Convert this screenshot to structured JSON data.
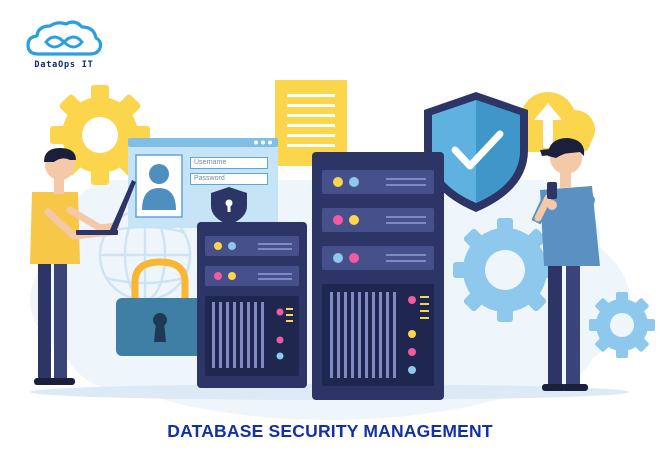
{
  "brand": {
    "name": "DataOps IT",
    "logo_icon": "cloud-infinity-icon",
    "color": "#0b2a6b",
    "accent": "#2a9fe0"
  },
  "illustration": {
    "login_card": {
      "username_placeholder": "Username",
      "password_placeholder": "Password"
    },
    "icons": [
      "gear-icon",
      "document-icon",
      "shield-check-icon",
      "cloud-upload-icon",
      "globe-icon",
      "padlock-icon",
      "server-rack-icon",
      "user-avatar-icon",
      "smartphone-icon",
      "laptop-icon"
    ]
  },
  "headline": "DATABASE SECURITY MANAGEMENT",
  "colors": {
    "headline": "#1430a6",
    "server_body": "#2c3566",
    "shield": "#4ea9d8",
    "gear_yellow": "#fbd54c",
    "gear_blue": "#7fc0e8",
    "person_shirt_yellow": "#f7c748",
    "person_shirt_blue": "#5b91c2"
  }
}
